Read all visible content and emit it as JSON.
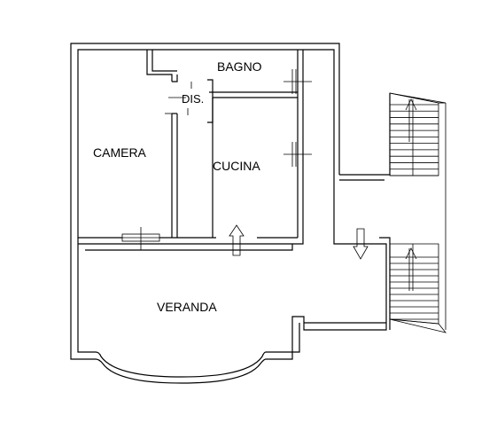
{
  "plan": {
    "rooms": {
      "bagno": "BAGNO",
      "dis": "DIS.",
      "camera": "CAMERA",
      "cucina": "CUCINA",
      "veranda": "VERANDA"
    },
    "colors": {
      "line": "#000000",
      "background": "#ffffff"
    },
    "icons": [
      "stair-arrow-icon",
      "entrance-arrow-icon",
      "window-icon",
      "door-icon"
    ]
  }
}
